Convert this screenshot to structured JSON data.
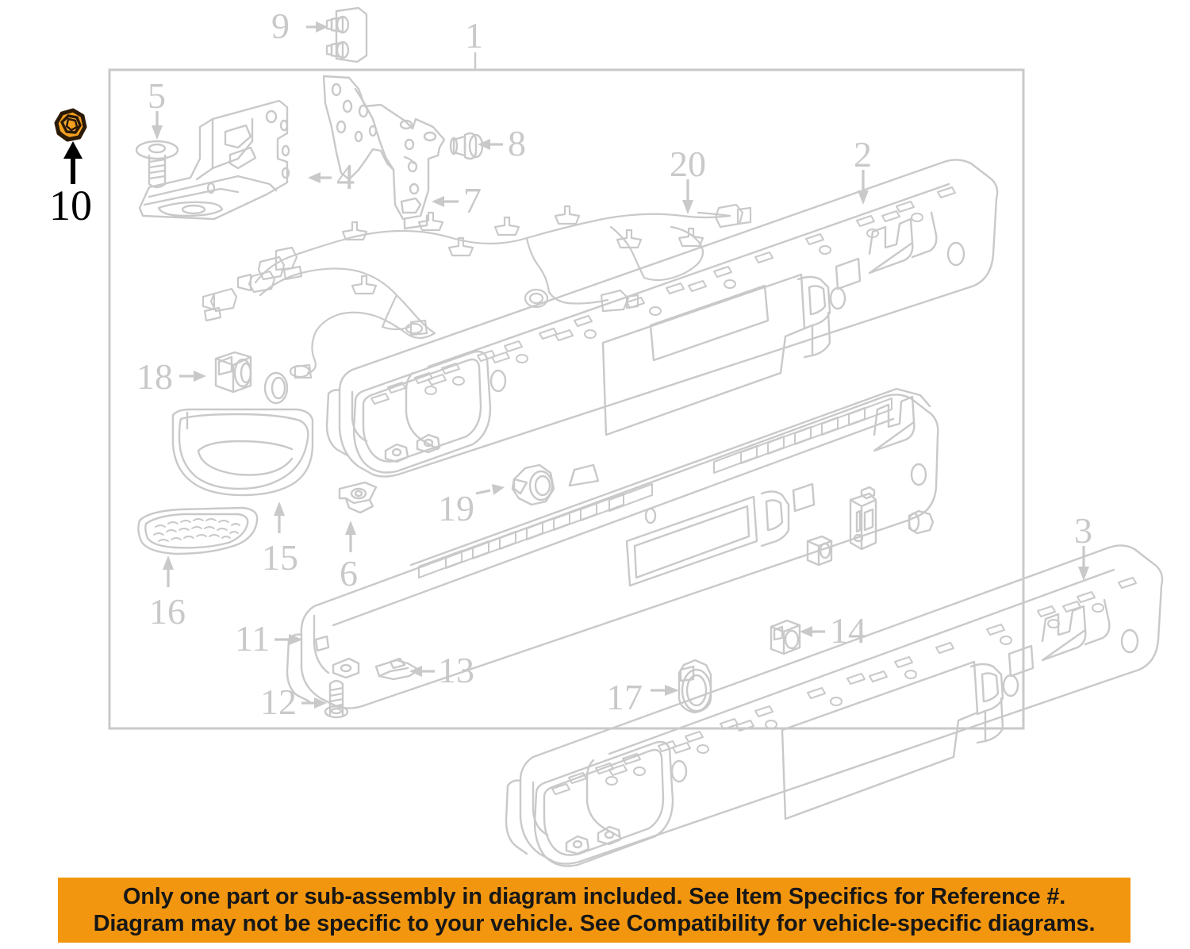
{
  "diagram": {
    "title": "Rear Bumper Assembly Exploded Parts Diagram",
    "frame": {
      "name": "assembly-boundary-box",
      "label": "1"
    },
    "line_color": "#c9c9c9",
    "highlight_color": "#F5A01E",
    "highlight_outline_color": "#2b1a06",
    "callouts": [
      {
        "id": "1",
        "label": "1",
        "part": "rear-bumper-assembly-boundary",
        "highlighted": false
      },
      {
        "id": "2",
        "label": "2",
        "part": "bumper-impact-bar-upper",
        "highlighted": false
      },
      {
        "id": "3",
        "label": "3",
        "part": "bumper-impact-bar-lower",
        "highlighted": false
      },
      {
        "id": "4",
        "label": "4",
        "part": "bumper-bracket-left",
        "highlighted": false
      },
      {
        "id": "5",
        "label": "5",
        "part": "bolt-flange-head",
        "highlighted": false
      },
      {
        "id": "6",
        "label": "6",
        "part": "retainer-clip",
        "highlighted": false
      },
      {
        "id": "7",
        "label": "7",
        "part": "bumper-bracket-right",
        "highlighted": false
      },
      {
        "id": "8",
        "label": "8",
        "part": "bolt-small-flange",
        "highlighted": false
      },
      {
        "id": "9",
        "label": "9",
        "part": "stud-plate",
        "highlighted": false
      },
      {
        "id": "10",
        "label": "10",
        "part": "hex-flange-nut",
        "highlighted": true
      },
      {
        "id": "11",
        "label": "11",
        "part": "bumper-end-cap",
        "highlighted": false
      },
      {
        "id": "12",
        "label": "12",
        "part": "screw-tapping",
        "highlighted": false
      },
      {
        "id": "13",
        "label": "13",
        "part": "clip-fastener",
        "highlighted": false
      },
      {
        "id": "14",
        "label": "14",
        "part": "sensor-retainer-bracket",
        "highlighted": false
      },
      {
        "id": "15",
        "label": "15",
        "part": "step-pad-housing",
        "highlighted": false
      },
      {
        "id": "16",
        "label": "16",
        "part": "step-pad-insert",
        "highlighted": false
      },
      {
        "id": "17",
        "label": "17",
        "part": "grommet-plug-oval",
        "highlighted": false
      },
      {
        "id": "18",
        "label": "18",
        "part": "park-assist-sensor",
        "highlighted": false
      },
      {
        "id": "19",
        "label": "19",
        "part": "hitch-bushing",
        "highlighted": false
      },
      {
        "id": "20",
        "label": "20",
        "part": "wiring-harness",
        "highlighted": false
      }
    ]
  },
  "banner": {
    "name": "disclaimer-banner",
    "line1": "Only one part or sub-assembly in diagram included. See Item Specifics for Reference #.",
    "line2": "Diagram may not be specific to your vehicle. See Compatibility for vehicle-specific diagrams.",
    "background_color": "#F2960F",
    "text_color": "#171717"
  }
}
